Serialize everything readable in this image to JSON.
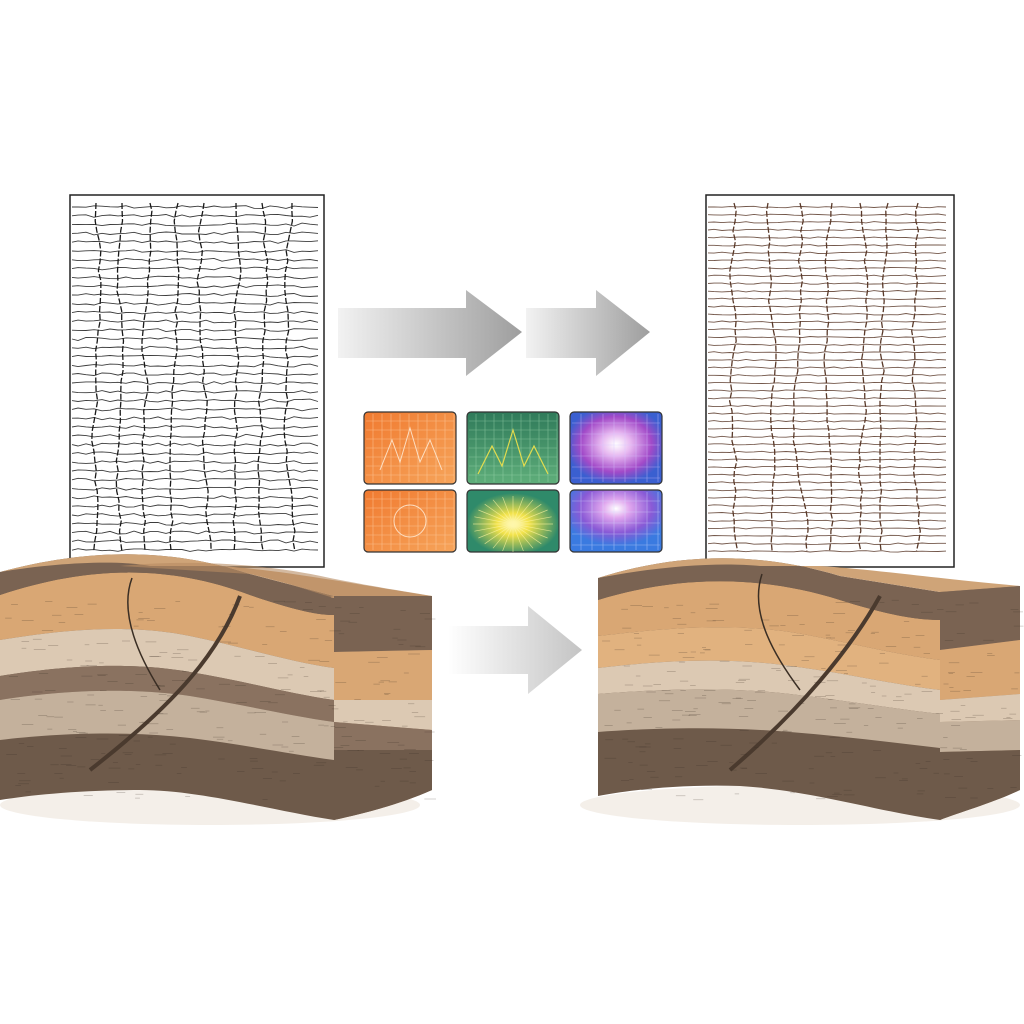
{
  "colors": {
    "background": "#ffffff",
    "arrow": "#a8a8a8",
    "arrow_light": "#e6e6e6",
    "trace_ink": "#1a1a1a",
    "trace_ink_processed": "#5a3a2a",
    "strata_top": "#c9a27a",
    "strata_dark": "#7a6352",
    "strata_tan": "#d9a774",
    "strata_light": "#d8c7b5",
    "strata_grey": "#bfae9c",
    "strata_base": "#6e5a4a"
  },
  "icons": {
    "raw_seismic_panel": "seismic-section-icon",
    "processed_seismic_panel": "seismic-section-icon",
    "process_arrow": "arrow-right-icon",
    "geology_block": "layered-strata-block-icon",
    "transform_tile": "spectrum-tile-icon"
  },
  "tiles": [
    {
      "name": "orange-grid-tile",
      "colors": [
        "#f08a3c",
        "#f3a35a"
      ]
    },
    {
      "name": "green-grid-tile",
      "colors": [
        "#2f7a5a",
        "#5fae7a"
      ]
    },
    {
      "name": "blue-purple-tile",
      "colors": [
        "#3a5fd0",
        "#a24ac8"
      ]
    },
    {
      "name": "orange-radial-tile",
      "colors": [
        "#f08a3c",
        "#f6b26b"
      ]
    },
    {
      "name": "green-yellow-tile",
      "colors": [
        "#2f8a6a",
        "#f2e24a"
      ]
    },
    {
      "name": "purple-blue-tile",
      "colors": [
        "#b04ac8",
        "#4a7ae0"
      ]
    }
  ]
}
